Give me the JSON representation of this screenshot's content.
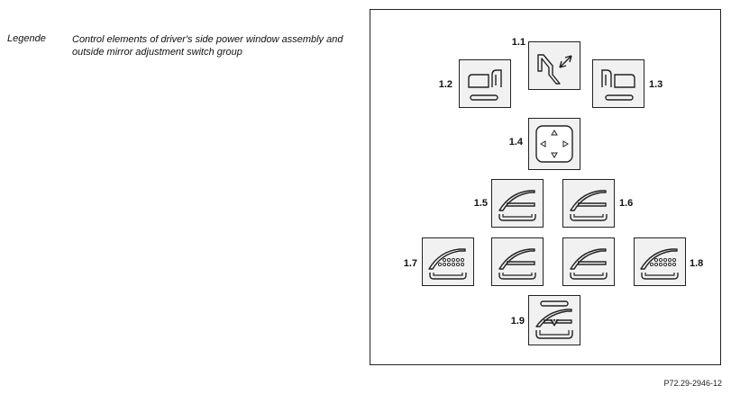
{
  "legend": {
    "term": "Legende",
    "description": "Control elements of driver's side power window assembly and outside mirror adjustment switch group"
  },
  "callouts": {
    "c1_1": "1.1",
    "c1_2": "1.2",
    "c1_3": "1.3",
    "c1_4": "1.4",
    "c1_5": "1.5",
    "c1_6": "1.6",
    "c1_7": "1.7",
    "c1_8": "1.8",
    "c1_9": "1.9"
  },
  "reference": "P72.29-2946-12"
}
